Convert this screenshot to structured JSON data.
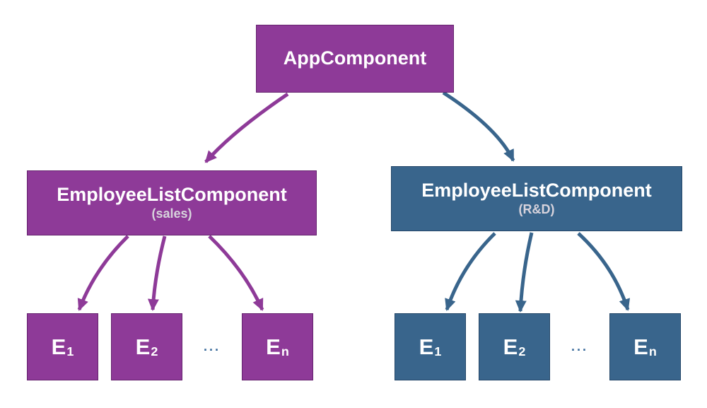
{
  "colors": {
    "purple": "#8e3a98",
    "blue": "#39658c",
    "subtitle": "#d7d3dc",
    "ellipsis": "#3a6b9b",
    "node_text": "#ffffff",
    "background": "#ffffff"
  },
  "root": {
    "label": "AppComponent"
  },
  "branches": [
    {
      "title": "EmployeeListComponent",
      "subtitle": "(sales)",
      "ellipsis": "...",
      "children": [
        {
          "base": "E",
          "sub": "1"
        },
        {
          "base": "E",
          "sub": "2"
        },
        {
          "base": "E",
          "sub": "n"
        }
      ]
    },
    {
      "title": "EmployeeListComponent",
      "subtitle": "(R&D)",
      "ellipsis": "...",
      "children": [
        {
          "base": "E",
          "sub": "1"
        },
        {
          "base": "E",
          "sub": "2"
        },
        {
          "base": "E",
          "sub": "n"
        }
      ]
    }
  ]
}
